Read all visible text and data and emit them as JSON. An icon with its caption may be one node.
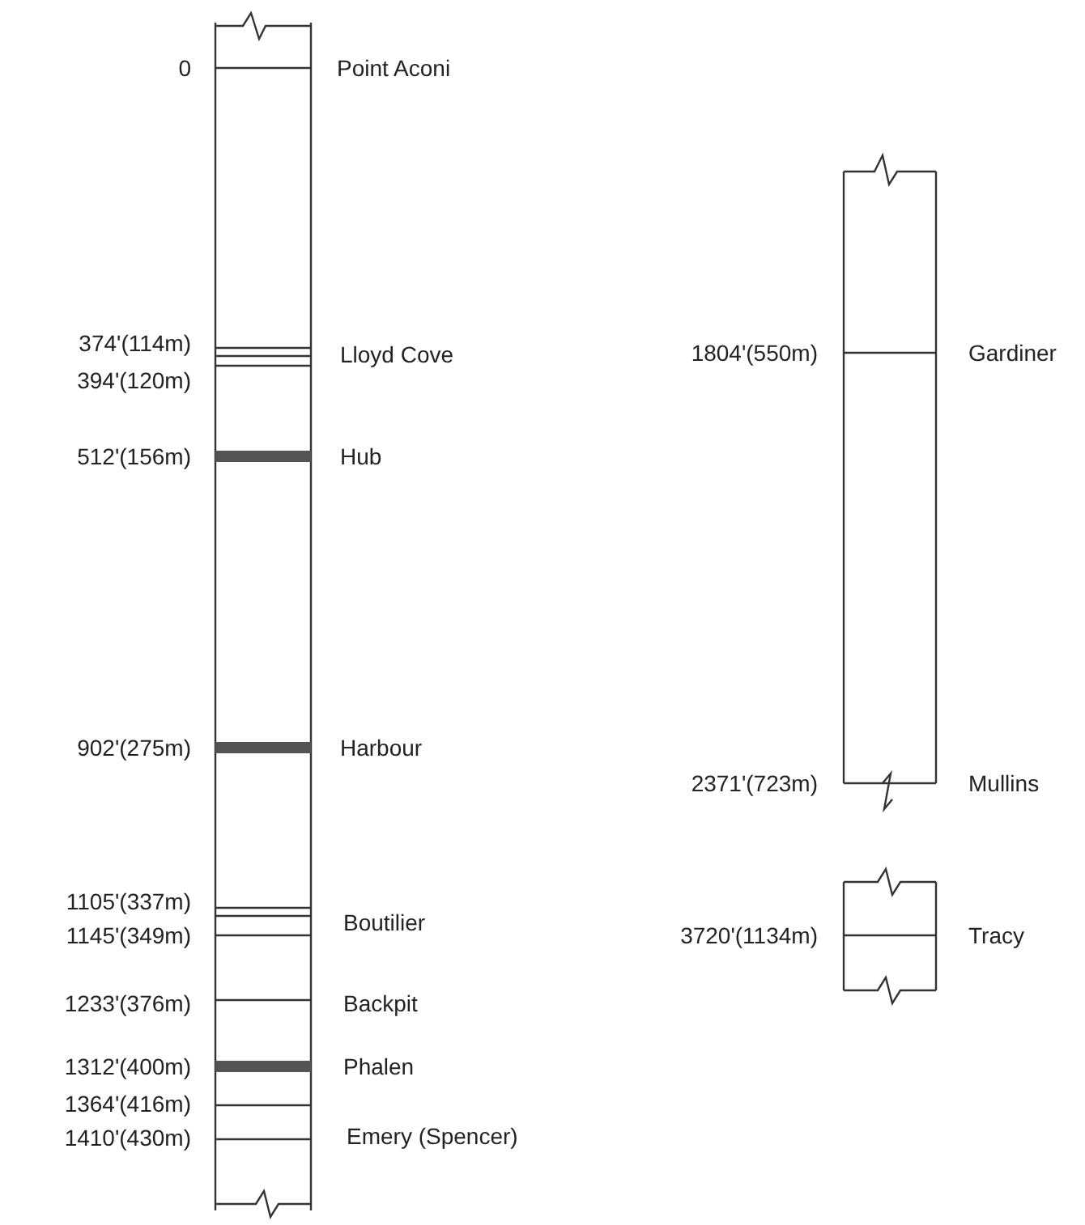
{
  "diagram": {
    "labels": [
      "0",
      "Point Aconi",
      "374'(114m)",
      "Lloyd Cove",
      "394'(120m)",
      "512'(156m)",
      "Hub",
      "902'(275m)",
      "Harbour",
      "1105'(337m)",
      "Boutilier",
      "1145'(349m)",
      "1233'(376m)",
      "Backpit",
      "1312'(400m)",
      "Phalen",
      "1364'(416m)",
      "1410'(430m)",
      "Emery (Spencer)",
      "1804'(550m)",
      "Gardiner",
      "2371'(723m)",
      "Mullins",
      "3720'(1134m)",
      "Tracy"
    ]
  }
}
